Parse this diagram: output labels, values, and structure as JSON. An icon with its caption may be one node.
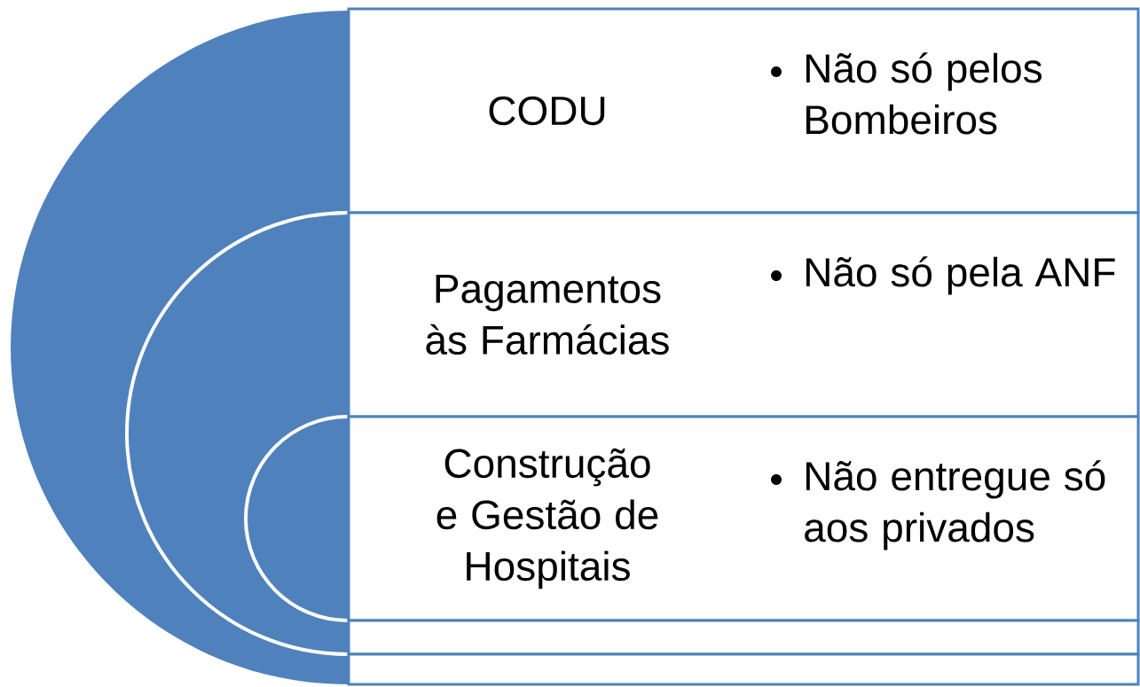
{
  "diagram": {
    "nodes": [
      {
        "text": [
          "CODU",
          "Não só pelos Bombeiros"
        ]
      },
      {
        "text": [
          "Pagamentos às Farmácias",
          "Não só pela ANF"
        ]
      },
      {
        "text": [
          "Construção e Gestão de Hospitais",
          "Não entregue só aos privados"
        ]
      },
      {
        "text": [],
        "shape": "box"
      },
      {
        "text": [],
        "shape": "box"
      }
    ]
  }
}
